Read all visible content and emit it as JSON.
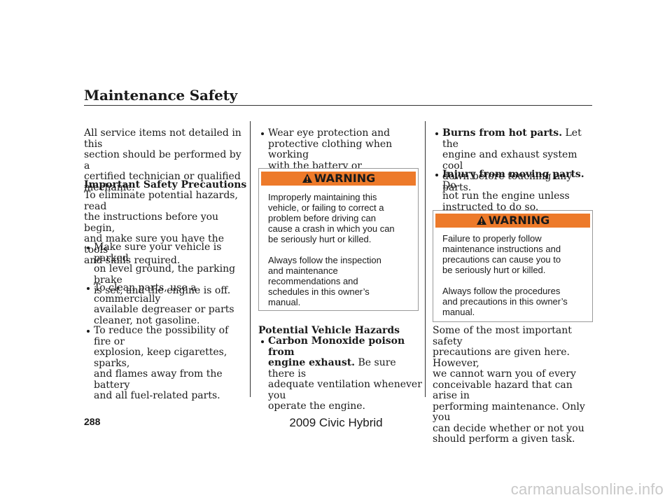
{
  "header": {
    "title": "Maintenance Safety"
  },
  "left": {
    "intro": [
      "All service items not detailed in this",
      "section should be performed by a",
      "certified technician or qualified",
      "mechanic."
    ],
    "subhead": "Important Safety Precautions",
    "para": [
      "To eliminate potential hazards, read",
      "the instructions before you begin,",
      "and make sure you have the tools",
      "and skills required."
    ],
    "bullets": [
      [
        "Make sure your vehicle is parked",
        "on level ground, the parking brake",
        "is set, and the engine is off."
      ],
      [
        "To clean parts, use a commercially",
        "available degreaser or parts",
        "cleaner, not gasoline."
      ],
      [
        "To reduce the possibility of fire or",
        "explosion, keep cigarettes, sparks,",
        "and flames away from the battery",
        "and all fuel-related parts."
      ]
    ]
  },
  "middle": {
    "bullet": [
      "Wear eye protection and",
      "protective clothing when working",
      "with the battery or compressed air."
    ],
    "warning": {
      "label": "WARNING",
      "p1": [
        "Improperly maintaining this",
        "vehicle, or failing to correct a",
        "problem before driving can",
        "cause a crash in which you can",
        "be seriously hurt or killed."
      ],
      "p2": [
        "Always follow the inspection",
        "and maintenance",
        "recommendations and",
        "schedules in this owner’s",
        "manual."
      ]
    },
    "subhead": "Potential Vehicle Hazards",
    "co_bold_1": "Carbon Monoxide poison from",
    "co_bold_2": "engine exhaust.",
    "co_rest_first": " Be sure there is",
    "co_rest": [
      "adequate ventilation whenever you",
      "operate the engine."
    ]
  },
  "right": {
    "burns_bold": "Burns from hot parts.",
    "burns_first": " Let the",
    "burns_rest": [
      "engine and exhaust system cool",
      "down before touching any parts."
    ],
    "injury_bold": "Injury from moving parts.",
    "injury_first": " Do",
    "injury_rest": [
      "not run the engine unless",
      "instructed to do so."
    ],
    "warning": {
      "label": "WARNING",
      "p1": [
        "Failure to properly follow",
        "maintenance instructions and",
        "precautions can cause you to",
        "be seriously hurt or killed."
      ],
      "p2": [
        "Always follow the procedures",
        "and precautions in this owner’s",
        "manual."
      ]
    },
    "closing": [
      "Some of the most important safety",
      "precautions are given here. However,",
      "we cannot warn you of every",
      "conceivable hazard that can arise in",
      "performing maintenance. Only you",
      "can decide whether or not you",
      "should perform a given task."
    ]
  },
  "footer": {
    "page_number": "288",
    "model": "2009  Civic  Hybrid"
  },
  "watermark": "carmanualsonline.info",
  "colors": {
    "warning_bar": "#ed7a2a",
    "text": "#1a1a1a"
  }
}
